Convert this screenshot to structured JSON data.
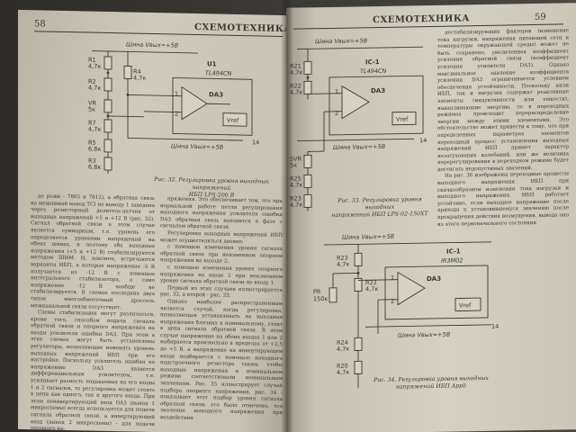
{
  "left_page": {
    "page_number": "58",
    "header": "СХЕМОТЕХНИКА",
    "figure": {
      "caption_line1": "Рис. 32. Регулировка уровня выходных напряжений",
      "caption_line2": "ИБП LPS-200 В",
      "labels": {
        "rail_top": "Шина Vвых=+5В",
        "rail_bottom": "Шина Vвых=+5В",
        "ic_ref": "U1",
        "ic_name": "TL494CN",
        "op": "DA3",
        "vref": "Vref",
        "pin1": "1",
        "pin2": "2",
        "pin14": "14",
        "r1": "R1",
        "r1v": "4,7к",
        "r2": "R2",
        "r2v": "4,7к",
        "r4": "R4",
        "r4v": "4,7к",
        "r5": "R5",
        "r5v": "6,8к",
        "r3": "R3",
        "r3v": "6,8к",
        "vr": "VR",
        "vrv": "5к",
        "r7": "R7",
        "r7v": "4,7к"
      }
    },
    "col_a": [
      "до рожк - 7805 и 7812), а обратная связь на межпиный вывод TCI по выводу 1 заведена через резисторный делитель-датчик от выходных напряжений +5 и +12 В (рис. 32). Сигнал обратной связи в этом случае является суммарным, т.е. уровень его определяется уровнями напряжений на обеих шинах, и поэтому оба выходных напряжения (+5 и +12 В) стабилизируются методом ШИМ. И, наконец, встречаются варианты ИБП, в которых напряжение -5 В получается из -12 В с помощью интегрального стабилизатора, а само напряжение -12 В вообще не стабилизируется. В схемах последних двух типов многообмоточный дроссель межканальной связи отсутствует.",
      "Схемы стабилизации могут различаться, кроме того, способом подачи сигнала обратной связи и опорного напряжения на входы усилителя ошибки DA3. При этом в этих схемах могут быть установлены регуляторы, позволяющие изменять уровень выходных напряжений ИБП при его настройке. Поскольку усилитель ошибки по напряжению DA3 является дифференциальным усилителем, т.е. усиливает разность подаваемых на его входы 1 и 2 сигналов, то регулировка может стоять в цепи как одного, так и другого входа. При этом неинвертирующий вход DA3 (вывод 1 микросхемы) всегда используется для подачи сигнала обратной связи, а инвертирующий вход (вывод 2 микросхемы) - для подачи опорного на-"
    ],
    "col_b": [
      "пряжения. Это обеспечивает тем, что при нормальной работе петли регулирования выходного напряжения усилителя ошибки DA3 обратная связь находится в фазе с сигналом обратной связи.",
      "Регулировка выходных напряжений ИБП может осуществляться двояко:",
      "с помощью изменения уровня сигнала обратной связи при неизменном опорном напряжении на выходе 2;",
      "с помощью изменения уровня опорного напряжения на входе 2 при неизменном уровне сигнала обратной связи по входу 1.",
      "Первый из этих случаев иллюстрируется рис. 32, а второй - рис. 33.",
      "Однако наиболее распространенным является случай, когда регулировка, позволяющая устанавливать на выходные напряжения близких к номинальному, стоит в цепи сигнала обратной связи. В этом случае напряжение на обоих входах 1 или 2 выбирается произвольно в пределах от +2,5 до +5 В, а напряжение на инвертирующем входе подбирается с помощью выходного подстроечного резистора таким, чтобы выходные напряжения в номинальном режиме соответствовали номинальным значениям. Рис. 35 иллюстрирует случай подбора опорного напряжения, рис. 34 - показывает этот подбор уровня сигнала обратной связи, его было отмечено, что значение выходного напряжения при воздействии"
    ]
  },
  "right_page": {
    "page_number": "59",
    "header": "СХЕМОТЕХНИКА",
    "fig33": {
      "caption_line1": "Рис. 33. Регулировка уровня выходных",
      "caption_line2": "напряжений ИБП LPS-02-150XT",
      "labels": {
        "rail_top": "Шина Vвых=+5В",
        "rail_bottom": "Шина Vвых=+5В",
        "ic_ref": "IC-1",
        "ic_name": "TL494CN",
        "op": "DA3",
        "vref": "Vref",
        "pin1": "1",
        "pin2": "2",
        "pin14": "14",
        "r1": "R21",
        "r1v": "4,7к",
        "r2": "R22",
        "r2v": "4,7к",
        "svr": "SVR",
        "svrv": "5к",
        "r25": "R25",
        "r25v": "4,7к",
        "r23": "R23",
        "r23v": "4,7к"
      }
    },
    "col_text": [
      "дестабилизирующих факторов (изменение тока нагрузки, напряжения питающей сети и температуры окружающей среды) может не быть сохранено, увеличенная коэффициент усиления обратной связи (коэффициент усиления усилителя DA3). Однако максимальное значение коэффициента усиления DA3 ограничивается условием обеспечения устойчивости. Поскольку кили ИБП, так и нагрузка содержат реактивные элементы (индуктивности или емкости), накапливающие энергию, то в переходных режимах происходит перераспределение энергии между этими элементами. Это обстоятельство может привести к тому, что при определенных параметрах элементов переходный процесс установления выходных напряжений ИБП примет характер незатухающих колебаний, или же величина перерегулирования в переходном режиме будет достигать недопустимых значений.",
      "На рис. 36 изображены переходные процессы выходного напряжения ИБП при скачкообразном изменении тока нагрузки и выходного напряжения. ИБП работает устойчиво, если выходное напряжение после прихода к установившемуся значению после прекращения действия возмущения, вывода оно из этого первоначального состояния"
    ],
    "fig34": {
      "caption_line1": "Рис. 34. Регулировка уровня выходных",
      "caption_line2": "напряжений ИБП Appli",
      "labels": {
        "rail_top": "Шина Vвых=+5В",
        "rail_bottom": "Шина Vвых=+5В",
        "ic_ref": "IC-1",
        "ic_name": "IR3M02",
        "op": "DA3",
        "vref": "Vref",
        "pin1": "1",
        "pin2": "2",
        "pin14": "14",
        "r23": "R23",
        "r23v": "4,7к",
        "r22": "R22",
        "r22v": "4,7к",
        "pr": "PR",
        "prv": "150к",
        "r24": "R24",
        "r24v": "4,7к",
        "r20": "R20",
        "r20v": "4,7к"
      }
    }
  }
}
